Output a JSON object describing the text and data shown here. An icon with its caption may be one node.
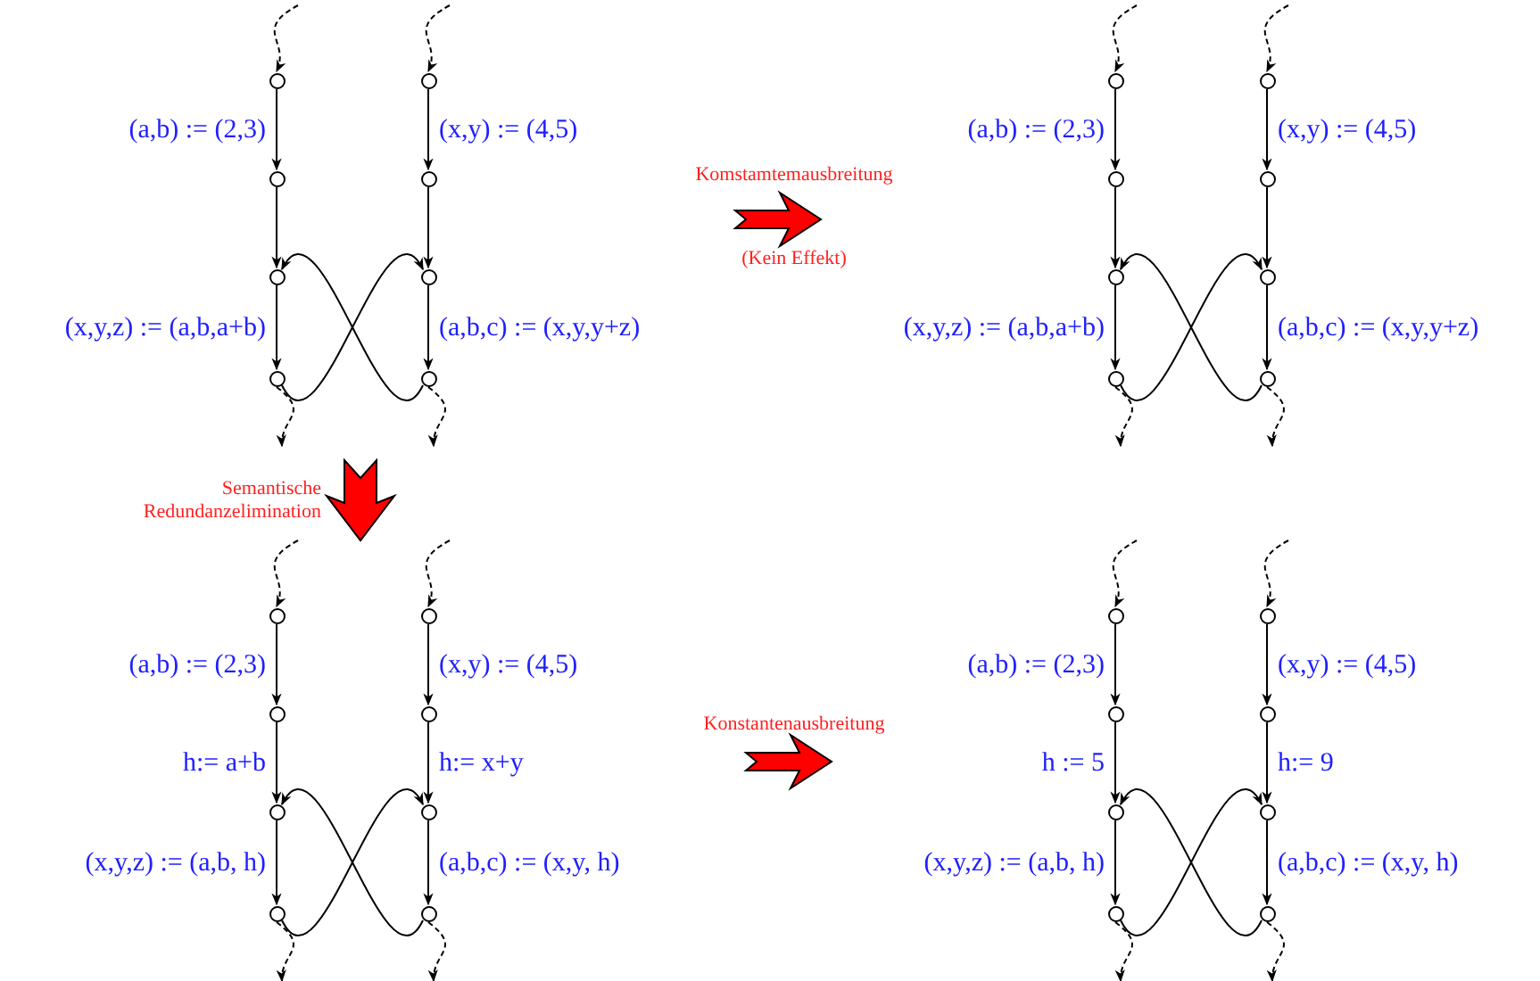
{
  "diagram": {
    "nodes": [
      {
        "text": [],
        "shape": "circle"
      },
      {
        "text": [],
        "shape": "circle"
      },
      {
        "text": [],
        "shape": "circle"
      },
      {
        "text": [],
        "shape": "circle"
      },
      {
        "text": [],
        "shape": "circle"
      },
      {
        "text": [],
        "shape": "circle"
      },
      {
        "text": [],
        "shape": "circle"
      },
      {
        "text": [],
        "shape": "circle"
      },
      {
        "text": [],
        "shape": "circle"
      },
      {
        "text": [],
        "shape": "circle"
      },
      {
        "text": [],
        "shape": "circle"
      },
      {
        "text": [],
        "shape": "circle"
      },
      {
        "text": [],
        "shape": "circle"
      },
      {
        "text": [],
        "shape": "circle"
      },
      {
        "text": [],
        "shape": "circle"
      },
      {
        "text": [],
        "shape": "circle"
      },
      {
        "text": [],
        "shape": "circle"
      },
      {
        "text": [],
        "shape": "circle"
      },
      {
        "text": [],
        "shape": "circle"
      },
      {
        "text": [],
        "shape": "circle"
      },
      {
        "text": [],
        "shape": "circle"
      },
      {
        "text": [],
        "shape": "circle"
      },
      {
        "text": [],
        "shape": "circle"
      },
      {
        "text": [],
        "shape": "circle"
      },
      {
        "text": [],
        "shape": "circle"
      },
      {
        "text": [],
        "shape": "circle"
      },
      {
        "text": [],
        "shape": "circle"
      },
      {
        "text": [],
        "shape": "circle"
      },
      {
        "text": [],
        "shape": "circle"
      },
      {
        "text": [],
        "shape": "circle"
      },
      {
        "text": [],
        "shape": "circle"
      },
      {
        "text": [],
        "shape": "circle"
      }
    ],
    "edges": [
      {
        "from": null,
        "to": 0,
        "arrow": "to",
        "style": "dashed"
      },
      {
        "from": 0,
        "to": 1,
        "arrow": "to",
        "label": "(a,b) := (2,3)"
      },
      {
        "from": 1,
        "to": 2,
        "arrow": "to"
      },
      {
        "from": 2,
        "to": 3,
        "arrow": "to",
        "label": "(x,y,z) := (a,b,a+b)"
      },
      {
        "from": 3,
        "to": null,
        "arrow": "to",
        "style": "dashed"
      },
      {
        "from": null,
        "to": 4,
        "arrow": "to",
        "style": "dashed"
      },
      {
        "from": 4,
        "to": 5,
        "arrow": "to",
        "label": "(x,y) := (4,5)"
      },
      {
        "from": 5,
        "to": 6,
        "arrow": "to"
      },
      {
        "from": 6,
        "to": 7,
        "arrow": "to",
        "label": "(a,b,c) := (x,y,y+z)"
      },
      {
        "from": 7,
        "to": null,
        "arrow": "to",
        "style": "dashed"
      },
      {
        "from": 3,
        "to": 6,
        "arrow": "to"
      },
      {
        "from": 7,
        "to": 2,
        "arrow": "to"
      },
      {
        "from": null,
        "to": 8,
        "arrow": "to",
        "style": "dashed"
      },
      {
        "from": 8,
        "to": 9,
        "arrow": "to",
        "label": "(a,b) := (2,3)"
      },
      {
        "from": 9,
        "to": 10,
        "arrow": "to"
      },
      {
        "from": 10,
        "to": 11,
        "arrow": "to",
        "label": "(x,y,z) := (a,b,a+b)"
      },
      {
        "from": 11,
        "to": null,
        "arrow": "to",
        "style": "dashed"
      },
      {
        "from": null,
        "to": 12,
        "arrow": "to",
        "style": "dashed"
      },
      {
        "from": 12,
        "to": 13,
        "arrow": "to",
        "label": "(x,y) := (4,5)"
      },
      {
        "from": 13,
        "to": 14,
        "arrow": "to"
      },
      {
        "from": 14,
        "to": 15,
        "arrow": "to",
        "label": "(a,b,c) := (x,y,y+z)"
      },
      {
        "from": 15,
        "to": null,
        "arrow": "to",
        "style": "dashed"
      },
      {
        "from": 11,
        "to": 14,
        "arrow": "to"
      },
      {
        "from": 15,
        "to": 10,
        "arrow": "to"
      },
      {
        "from": null,
        "to": 16,
        "arrow": "to",
        "style": "dashed"
      },
      {
        "from": 16,
        "to": 17,
        "arrow": "to",
        "label": "(a,b) := (2,3)"
      },
      {
        "from": 17,
        "to": 18,
        "arrow": "to",
        "label": "h:= a+b"
      },
      {
        "from": 18,
        "to": 19,
        "arrow": "to",
        "label": "(x,y,z) := (a,b, h)"
      },
      {
        "from": 19,
        "to": null,
        "arrow": "to",
        "style": "dashed"
      },
      {
        "from": null,
        "to": 20,
        "arrow": "to",
        "style": "dashed"
      },
      {
        "from": 20,
        "to": 21,
        "arrow": "to",
        "label": "(x,y) := (4,5)"
      },
      {
        "from": 21,
        "to": 22,
        "arrow": "to",
        "label": "h:= x+y"
      },
      {
        "from": 22,
        "to": 23,
        "arrow": "to",
        "label": "(a,b,c) := (x,y, h)"
      },
      {
        "from": 23,
        "to": null,
        "arrow": "to",
        "style": "dashed"
      },
      {
        "from": 19,
        "to": 22,
        "arrow": "to"
      },
      {
        "from": 23,
        "to": 18,
        "arrow": "to"
      },
      {
        "from": null,
        "to": 24,
        "arrow": "to",
        "style": "dashed"
      },
      {
        "from": 24,
        "to": 25,
        "arrow": "to",
        "label": "(a,b) := (2,3)"
      },
      {
        "from": 25,
        "to": 26,
        "arrow": "to",
        "label": "h := 5"
      },
      {
        "from": 26,
        "to": 27,
        "arrow": "to",
        "label": "(x,y,z) := (a,b, h)"
      },
      {
        "from": 27,
        "to": null,
        "arrow": "to",
        "style": "dashed"
      },
      {
        "from": null,
        "to": 28,
        "arrow": "to",
        "style": "dashed"
      },
      {
        "from": 28,
        "to": 29,
        "arrow": "to",
        "label": "(x,y) := (4,5)"
      },
      {
        "from": 29,
        "to": 30,
        "arrow": "to",
        "label": "h:= 9"
      },
      {
        "from": 30,
        "to": 31,
        "arrow": "to",
        "label": "(a,b,c) := (x,y, h)"
      },
      {
        "from": 31,
        "to": null,
        "arrow": "to",
        "style": "dashed"
      },
      {
        "from": 27,
        "to": 30,
        "arrow": "to"
      },
      {
        "from": 31,
        "to": 26,
        "arrow": "to"
      }
    ],
    "labels": [
      "Komstamtemausbreitung",
      "(Kein Effekt)",
      "Semantische Redundanzelimination",
      "Konstantenausbreitung"
    ]
  }
}
